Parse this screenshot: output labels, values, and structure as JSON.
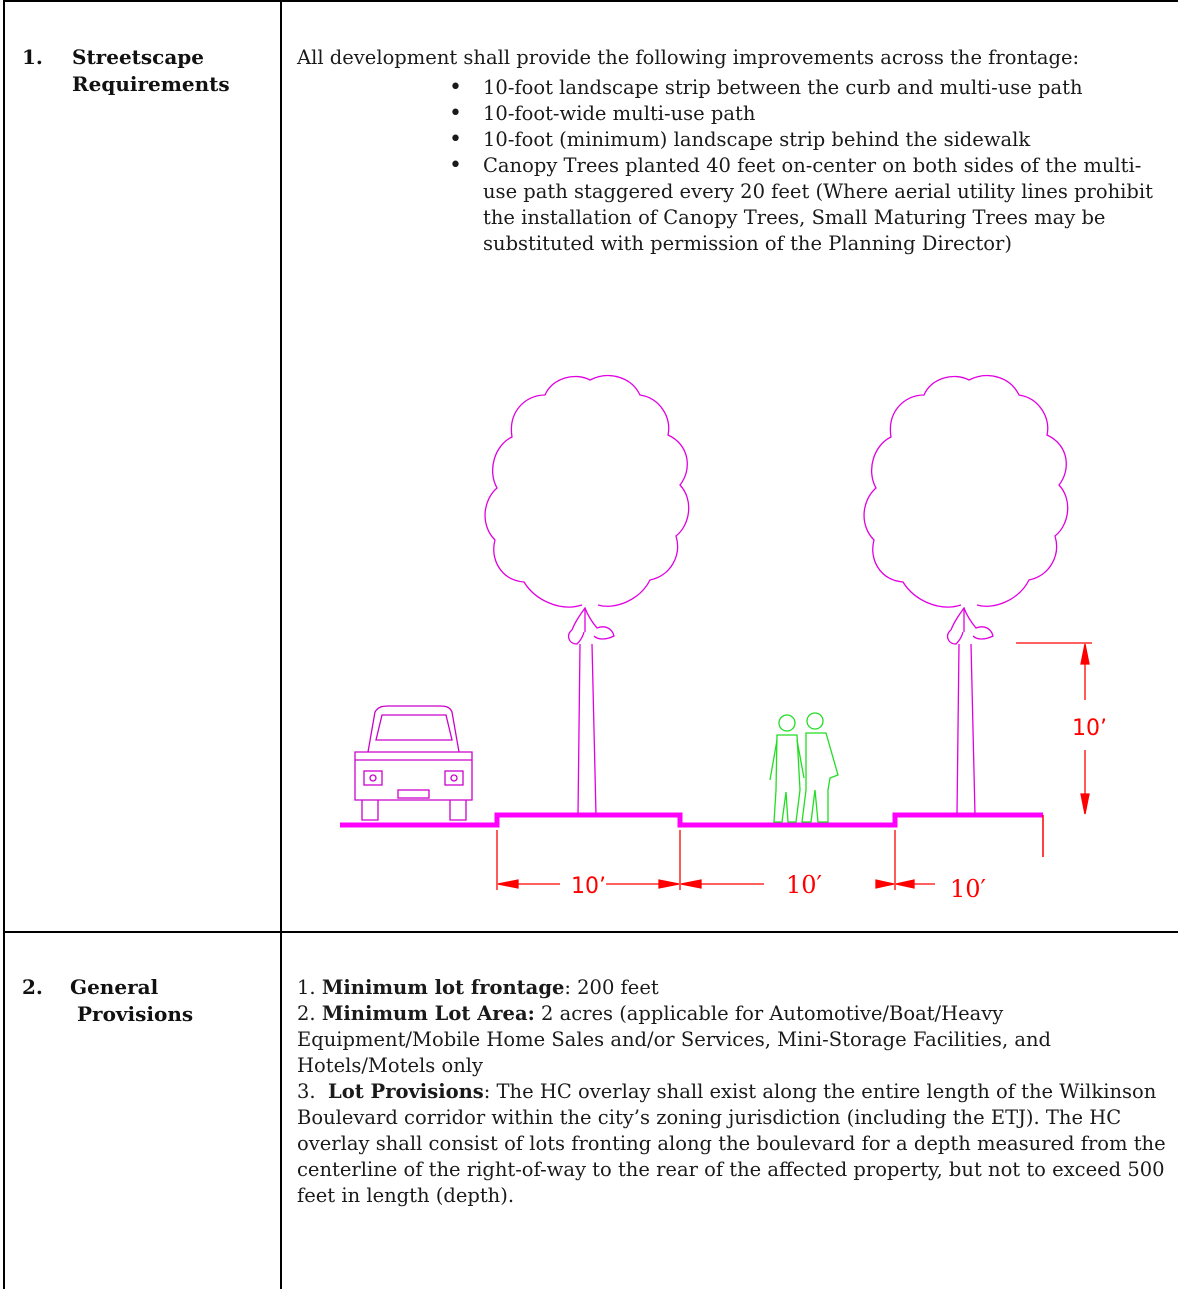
{
  "sections": [
    {
      "number": "1.",
      "title_line1": "Streetscape",
      "title_line2": "Requirements",
      "intro": "All development shall provide the following improvements across the frontage:",
      "bullets": [
        "10-foot landscape strip between the curb and multi-use path",
        "10-foot-wide multi-use path",
        " 10-foot (minimum) landscape strip behind the sidewalk",
        "Canopy Trees planted 40 feet on-center on both sides of the multi-use path staggered every 20 feet (Where aerial utility lines prohibit the installation of Canopy Trees, Small Maturing Trees may be substituted with permission of the Planning Director)"
      ],
      "diagram": {
        "dim_landscape_strip": "10’",
        "dim_path": "10′",
        "dim_back_strip": "10′",
        "dim_tree_height": "10’",
        "colors": {
          "pavement": "#ff00ff",
          "trees": "#e000e0",
          "car": "#cc00cc",
          "people": "#22dd22",
          "dimensions": "#ff0000"
        }
      }
    },
    {
      "number": "2.",
      "title_line1": "General",
      "title_line2": "Provisions",
      "items": [
        {
          "prefix": "1. ",
          "term": "Minimum lot frontage",
          "rest": ": 200 feet"
        },
        {
          "prefix": "2. ",
          "term": "Minimum Lot Area:",
          "rest": " 2 acres (applicable for Automotive/Boat/Heavy Equipment/Mobile Home Sales and/or Services, Mini-Storage Facilities, and Hotels/Motels only"
        },
        {
          "prefix": "3.  ",
          "term": "Lot Provisions",
          "rest": ":  The HC overlay shall exist along the entire length of the Wilkinson Boulevard corridor within the city’s zoning jurisdiction (including the ETJ).  The HC overlay shall consist of lots fronting along the boulevard for a depth measured from the centerline of the right-of-way to the rear of the affected property, but not to exceed 500 feet in length (depth)."
        }
      ]
    }
  ]
}
